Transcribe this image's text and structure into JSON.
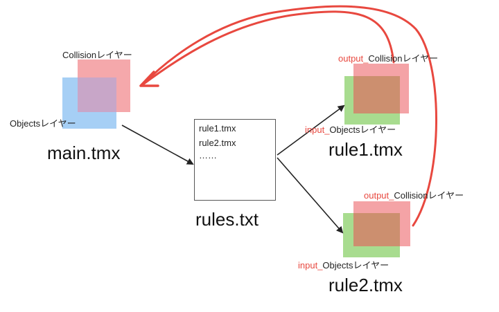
{
  "main": {
    "filename": "main.tmx",
    "collision_label": "Collisionレイヤー",
    "objects_label": "Objectsレイヤー"
  },
  "rules": {
    "filename": "rules.txt",
    "lines": [
      "rule1.tmx",
      "rule2.tmx",
      "……"
    ]
  },
  "rule1": {
    "filename": "rule1.tmx",
    "output_prefix": "output_",
    "output_layer": "Collisionレイヤー",
    "input_prefix": "input_",
    "input_layer": "Objectsレイヤー"
  },
  "rule2": {
    "filename": "rule2.tmx",
    "output_prefix": "output_",
    "output_layer": "Collisionレイヤー",
    "input_prefix": "input_",
    "input_layer": "Objectsレイヤー"
  },
  "colors": {
    "collision_layer": "#f4a3a6",
    "objects_layer": "#a6cff5",
    "input_layer": "#a8dc8f",
    "overlap": "#cc8f6f",
    "arrow_red": "#e8483f",
    "arrow_black": "#222222"
  }
}
